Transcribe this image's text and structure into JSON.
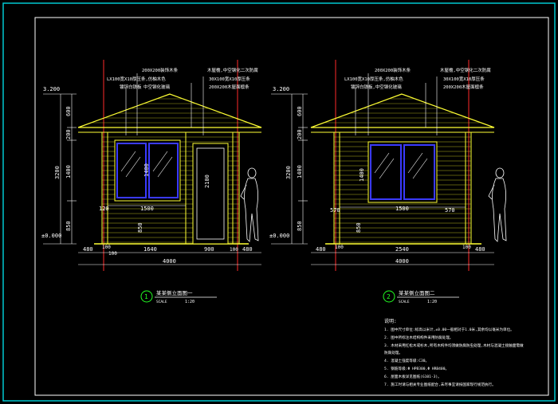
{
  "colors": {
    "frame_outer": "#00c8d0",
    "frame_inner": "#ffffff",
    "building": "#ffff33",
    "dimension": "#ffffff",
    "axis": "#ff2a2a",
    "leader": "#ffffff",
    "glazing": "#3a3aff",
    "callout_text": "#ffffff",
    "figure": "#ffffff",
    "marker": "#22ff22"
  },
  "elevation1": {
    "level_top": "3.200",
    "level_zero": "±0.000",
    "vdims": [
      "600",
      "200",
      "1400",
      "850",
      "3200"
    ],
    "hdims": [
      "480",
      "100",
      "100",
      "1640",
      "900",
      "100",
      "480"
    ],
    "total_width": "4000",
    "window_w": "1500",
    "window_h": "1400",
    "window_sill_left": "120",
    "window_sill_h": "850",
    "door_h": "2100",
    "callouts_left": [
      "LX100宽X10厚压条,仿柚木色",
      "镀锌白铁板",
      "中空钢化玻璃"
    ],
    "callouts_top": [
      "200X200装饰木条",
      "木屋檐,中空钢化二次防腐"
    ],
    "callouts_right": [
      "30X100宽X10厚压条",
      "200X200木屋面檩条"
    ],
    "title_number": "1",
    "title": "某某侧立面图一",
    "scale_label": "SCALE",
    "scale": "1:20"
  },
  "elevation2": {
    "level_top": "3.200",
    "level_zero": "±0.000",
    "vdims": [
      "600",
      "200",
      "1400",
      "850",
      "3200"
    ],
    "hdims": [
      "480",
      "100",
      "2540",
      "100",
      "480"
    ],
    "total_width": "4000",
    "window_w": "1500",
    "window_h": "1400",
    "window_sill_left": "570",
    "window_sill_right": "570",
    "window_sill_h": "850",
    "callouts_left": [
      "LX100宽X10厚压条,仿柚木色",
      "镀锌白铁板,中空钢化玻璃"
    ],
    "callouts_top": [
      "200X200装饰木条",
      "木屋檐,中空钢化二次防腐"
    ],
    "callouts_right": [
      "30X100宽X10厚压条",
      "200X200木屋面檩条"
    ],
    "title_number": "2",
    "title": "某某侧立面图二",
    "scale_label": "SCALE",
    "scale": "1:20"
  },
  "notes": {
    "heading": "说明:",
    "items": [
      "1. 图中尺寸单位:标高以米计,±0.00一般相对于1.0米,其余均以毫米为单位。",
      "2. 图中所标注木结构构件采用防腐处理。",
      "3. 木材采用红松木或杉木,所有木构件均须做防腐防虫处理,木材与混凝土接触面需做",
      "   防腐处理。",
      "4. 混凝土强度等级:C30。",
      "5. 钢筋等级:Φ HPB300,Φ HRB400。",
      "6. 屋面木板详见图纸(G101-3)。",
      "7. 施工时请与相关专业图纸配合,未尽事宜请按国家现行规范执行。"
    ]
  }
}
